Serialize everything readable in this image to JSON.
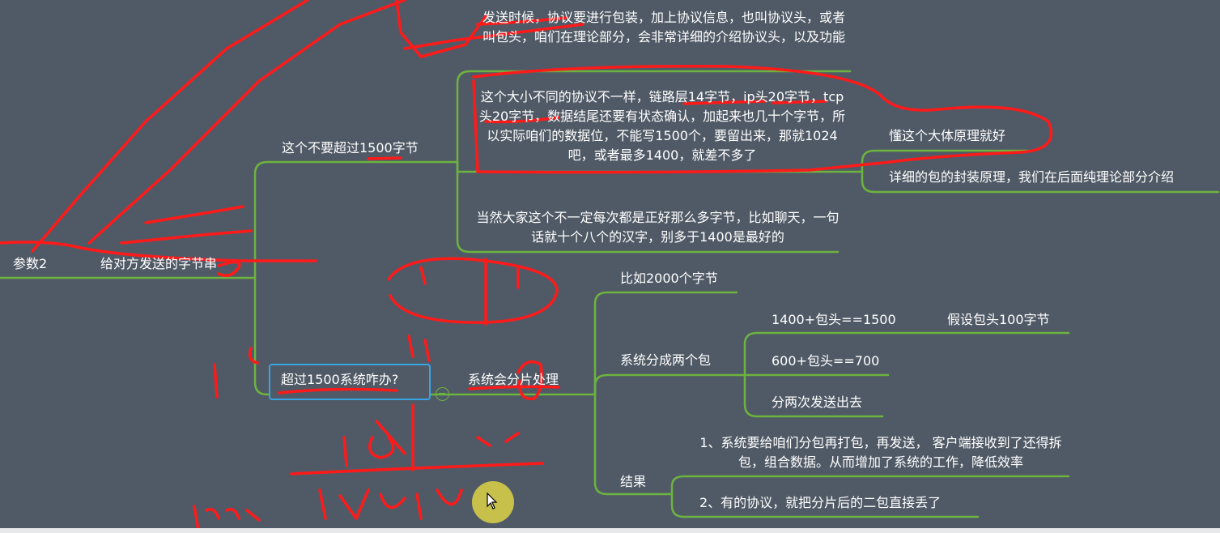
{
  "colors": {
    "background": "#505a66",
    "branch_line": "#6db33f",
    "selected_border": "#3aa3e3",
    "annotation_ink": "#ff1a1a",
    "text": "#ffffff"
  },
  "nodes": {
    "root": "参数2",
    "main": "给对方发送的字节串",
    "limit": "这个不要超过1500字节",
    "header_info": "发送时候，协议要进行包装，加上协议信息，也叫协议头，或者叫包头，咱们在理论部分，会非常详细的介绍协议头，以及功能",
    "size_detail": "这个大小不同的协议不一样，链路层14字节，ip头20字节，tcp头20字节，数据结尾还要有状态确认，加起来也几十个字节，所以实际咱们的数据位，不能写1500个，要留出来，那就1024吧，或者最多1400，就差不多了",
    "principle": "懂这个大体原理就好",
    "detail_later": "详细的包的封装原理，我们在后面纯理论部分介绍",
    "chat_note": "当然大家这个不一定每次都是正好那么多字节，比如聊天，一句话就十个八个的汉字，别多于1400是最好的",
    "over_limit": "超过1500系统咋办?",
    "fragment": "系统会分片处理",
    "example": "比如2000个字节",
    "split_two": "系统分成两个包",
    "packet1": "1400+包头==1500",
    "assume_header": "假设包头100字节",
    "packet2": "600+包头==700",
    "send_twice": "分两次发送出去",
    "result": "结果",
    "result1": "1、系统要给咱们分包再打包，再发送， 客户端接收到了还得拆包，组合数据。从而增加了系统的工作，降低效率",
    "result2": "2、有的协议，就把分片后的二包直接丢了"
  }
}
